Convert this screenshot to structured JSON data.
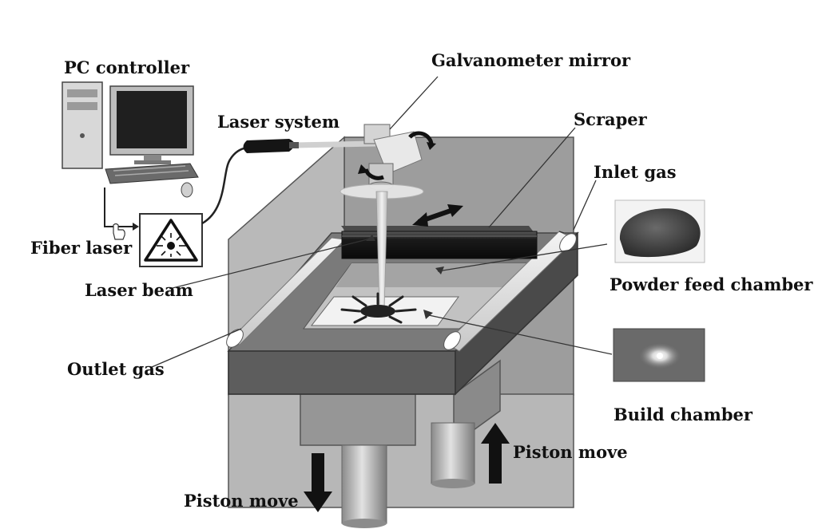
{
  "labels": {
    "pc_controller": "PC controller",
    "galvanometer_mirror": "Galvanometer mirror",
    "laser_system": "Laser system",
    "scraper": "Scraper",
    "inlet_gas": "Inlet gas",
    "fiber_laser": "Fiber laser",
    "laser_beam": "Laser beam",
    "powder_feed_chamber": "Powder feed chamber",
    "outlet_gas": "Outlet gas",
    "build_chamber": "Build chamber",
    "piston_move_right": "Piston move",
    "piston_move_left": "Piston move"
  }
}
